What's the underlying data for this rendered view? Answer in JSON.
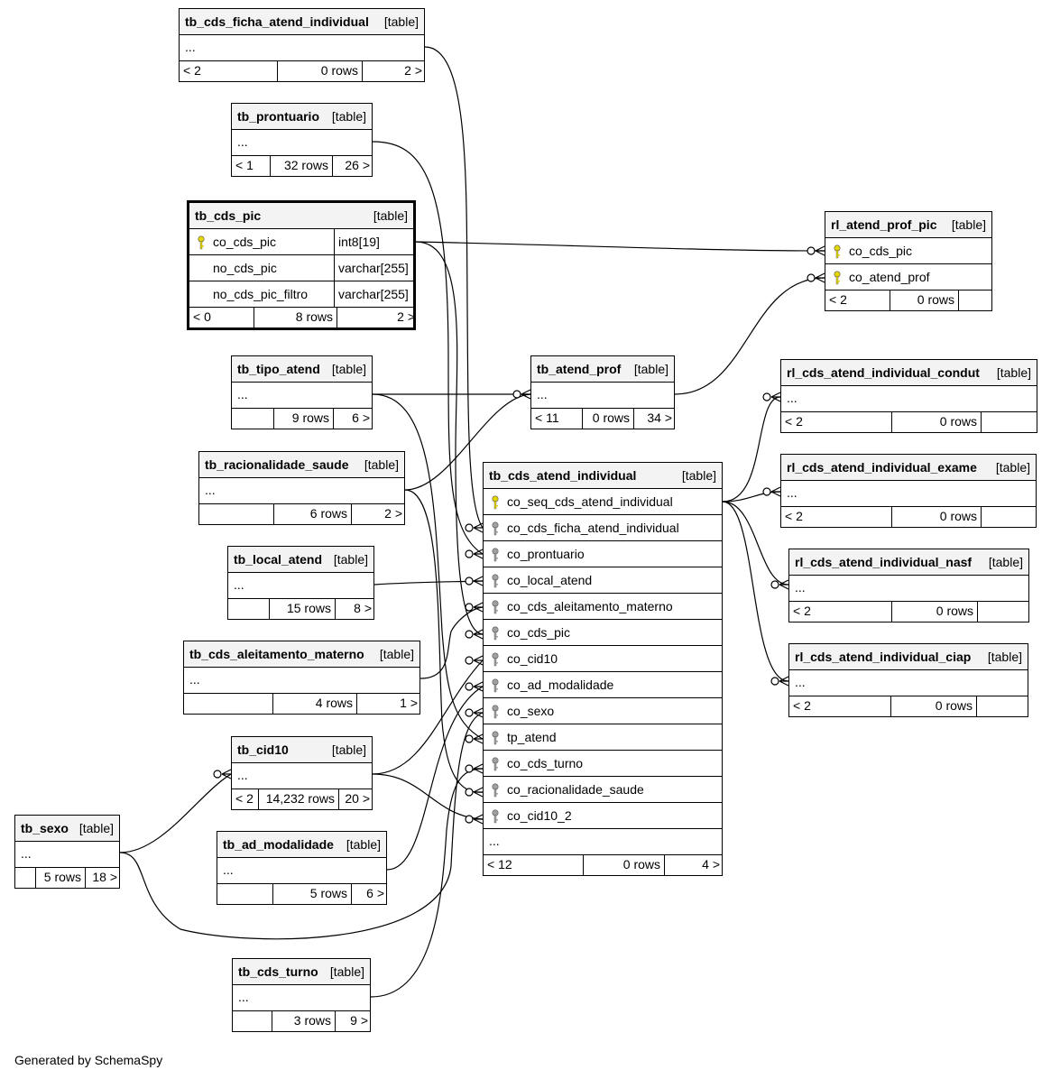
{
  "tables": {
    "tb_cds_ficha_atend_individual": {
      "name": "tb_cds_ficha_atend_individual",
      "type": "[table]",
      "dots": "...",
      "foot": [
        "< 2",
        "0 rows",
        "2 >"
      ]
    },
    "tb_prontuario": {
      "name": "tb_prontuario",
      "type": "[table]",
      "dots": "...",
      "foot": [
        "< 1",
        "32 rows",
        "26 >"
      ]
    },
    "tb_cds_pic": {
      "name": "tb_cds_pic",
      "type": "[table]",
      "columns": [
        {
          "name": "co_cds_pic",
          "type": "int8[19]",
          "key": "pk"
        },
        {
          "name": "no_cds_pic",
          "type": "varchar[255]",
          "key": ""
        },
        {
          "name": "no_cds_pic_filtro",
          "type": "varchar[255]",
          "key": ""
        }
      ],
      "foot": [
        "< 0",
        "8 rows",
        "2 >"
      ]
    },
    "tb_tipo_atend": {
      "name": "tb_tipo_atend",
      "type": "[table]",
      "dots": "...",
      "foot": [
        "",
        "9 rows",
        "6 >"
      ]
    },
    "tb_racionalidade_saude": {
      "name": "tb_racionalidade_saude",
      "type": "[table]",
      "dots": "...",
      "foot": [
        "",
        "6 rows",
        "2 >"
      ]
    },
    "tb_local_atend": {
      "name": "tb_local_atend",
      "type": "[table]",
      "dots": "...",
      "foot": [
        "",
        "15 rows",
        "8 >"
      ]
    },
    "tb_cds_aleitamento_materno": {
      "name": "tb_cds_aleitamento_materno",
      "type": "[table]",
      "dots": "...",
      "foot": [
        "",
        "4 rows",
        "1 >"
      ]
    },
    "tb_cid10": {
      "name": "tb_cid10",
      "type": "[table]",
      "dots": "...",
      "foot": [
        "< 2",
        "14,232 rows",
        "20 >"
      ]
    },
    "tb_sexo": {
      "name": "tb_sexo",
      "type": "[table]",
      "dots": "...",
      "foot": [
        "",
        "5 rows",
        "18 >"
      ]
    },
    "tb_ad_modalidade": {
      "name": "tb_ad_modalidade",
      "type": "[table]",
      "dots": "...",
      "foot": [
        "",
        "5 rows",
        "6 >"
      ]
    },
    "tb_cds_turno": {
      "name": "tb_cds_turno",
      "type": "[table]",
      "dots": "...",
      "foot": [
        "",
        "3 rows",
        "9 >"
      ]
    },
    "tb_atend_prof": {
      "name": "tb_atend_prof",
      "type": "[table]",
      "dots": "...",
      "foot": [
        "< 11",
        "0 rows",
        "34 >"
      ]
    },
    "rl_atend_prof_pic": {
      "name": "rl_atend_prof_pic",
      "type": "[table]",
      "columns": [
        {
          "name": "co_cds_pic",
          "key": "pk"
        },
        {
          "name": "co_atend_prof",
          "key": "pk"
        }
      ],
      "foot": [
        "< 2",
        "0 rows",
        ""
      ]
    },
    "tb_cds_atend_individual": {
      "name": "tb_cds_atend_individual",
      "type": "[table]",
      "columns": [
        {
          "name": "co_seq_cds_atend_individual",
          "key": "pk"
        },
        {
          "name": "co_cds_ficha_atend_individual",
          "key": "fk"
        },
        {
          "name": "co_prontuario",
          "key": "fk"
        },
        {
          "name": "co_local_atend",
          "key": "fk"
        },
        {
          "name": "co_cds_aleitamento_materno",
          "key": "fk"
        },
        {
          "name": "co_cds_pic",
          "key": "fk"
        },
        {
          "name": "co_cid10",
          "key": "fk"
        },
        {
          "name": "co_ad_modalidade",
          "key": "fk"
        },
        {
          "name": "co_sexo",
          "key": "fk"
        },
        {
          "name": "tp_atend",
          "key": "fk"
        },
        {
          "name": "co_cds_turno",
          "key": "fk"
        },
        {
          "name": "co_racionalidade_saude",
          "key": "fk"
        },
        {
          "name": "co_cid10_2",
          "key": "fk"
        }
      ],
      "dots": "...",
      "foot": [
        "< 12",
        "0 rows",
        "4 >"
      ]
    },
    "rl_cds_atend_individual_condut": {
      "name": "rl_cds_atend_individual_condut",
      "type": "[table]",
      "dots": "...",
      "foot": [
        "< 2",
        "0 rows",
        ""
      ]
    },
    "rl_cds_atend_individual_exame": {
      "name": "rl_cds_atend_individual_exame",
      "type": "[table]",
      "dots": "...",
      "foot": [
        "< 2",
        "0 rows",
        ""
      ]
    },
    "rl_cds_atend_individual_nasf": {
      "name": "rl_cds_atend_individual_nasf",
      "type": "[table]",
      "dots": "...",
      "foot": [
        "< 2",
        "0 rows",
        ""
      ]
    },
    "rl_cds_atend_individual_ciap": {
      "name": "rl_cds_atend_individual_ciap",
      "type": "[table]",
      "dots": "...",
      "foot": [
        "< 2",
        "0 rows",
        ""
      ]
    }
  },
  "colors": {
    "pk_key": "#e6d600",
    "fk_key": "#a0a0a0",
    "header_bg": "#f3f3f3",
    "line": "#000000"
  },
  "footer": "Generated by SchemaSpy"
}
